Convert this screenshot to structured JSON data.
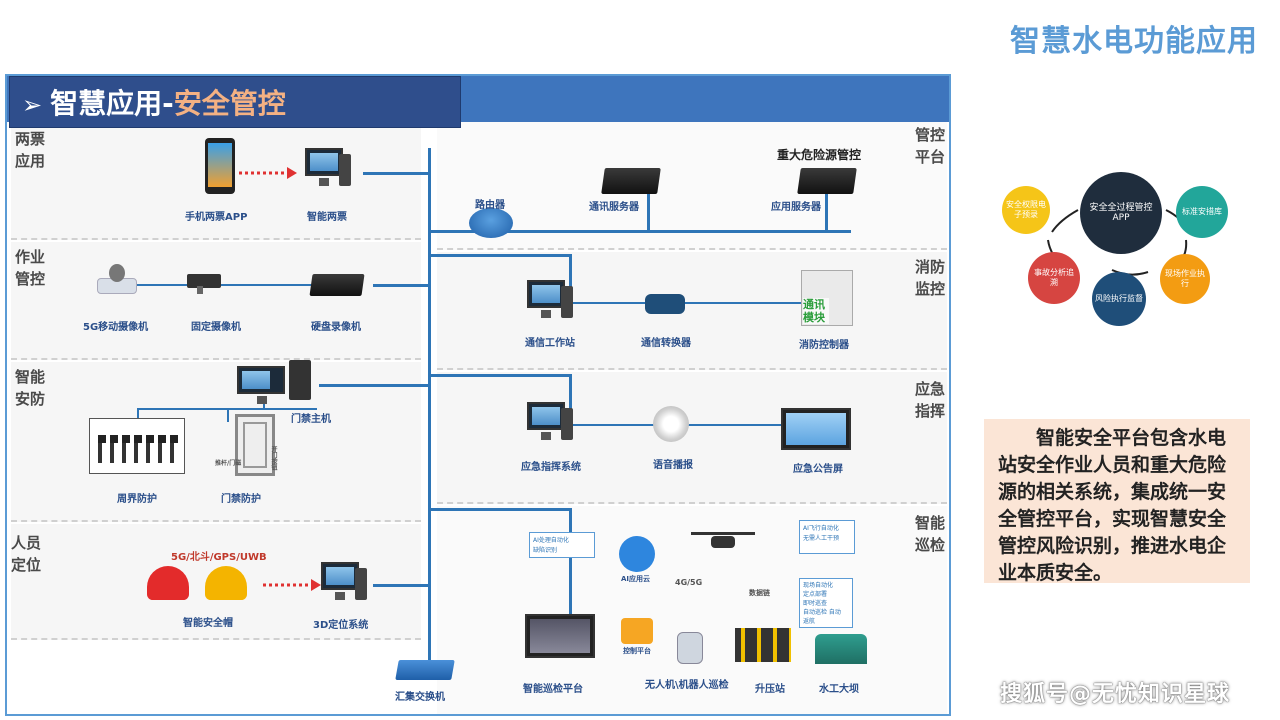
{
  "slide_title": "智慧水电功能应用",
  "header": {
    "arrow": "➢",
    "prefix": "智慧应用-",
    "accent": "安全管控"
  },
  "sections_left": [
    "两票应用",
    "作业管控",
    "智能安防",
    "人员定位"
  ],
  "sections_right": [
    "管控平台",
    "消防监控",
    "应急指挥",
    "智能巡检"
  ],
  "labels": {
    "mobile_app": "手机两票APP",
    "smart_ticket": "智能两票",
    "cam_5g": "5G移动摄像机",
    "fixed_cam": "固定摄像机",
    "dvr": "硬盘录像机",
    "access_host": "门禁主机",
    "perimeter": "周界防护",
    "access_guard": "门禁防护",
    "positioning": "5G/北斗/GPS/UWB",
    "helmet": "智能安全帽",
    "pos_system": "3D定位系统",
    "switch": "汇集交换机",
    "router": "路由器",
    "comm_server": "通讯服务器",
    "hazard_title": "重大危险源管控",
    "app_server": "应用服务器",
    "comm_station": "通信工作站",
    "comm_converter": "通信转换器",
    "fire_ctrl": "消防控制器",
    "comm_module": "通讯模块",
    "emergency_sys": "应急指挥系统",
    "voice": "语音播报",
    "board": "应急公告屏",
    "inspect_platform": "智能巡检平台",
    "robot": "无人机\\机器人巡检",
    "substation": "升压站",
    "dam": "水工大坝",
    "ai_cloud": "AI应用云",
    "net_4g5g": "4G/5G",
    "data_link": "数据链",
    "ctrl_platform": "控制平台",
    "ai_box1_line1": "AI处理自动化",
    "ai_box1_line2": "缺陷识别",
    "ai_box2_line1": "AI飞行自动化",
    "ai_box2_line2": "无需人工干预",
    "ai_box3_line1": "现场自动化",
    "ai_box3_line2": "定点部署",
    "ai_box3_line3": "即时巡查",
    "ai_box3_line4": "自动巡检 自动",
    "ai_box3_line5": "返航",
    "door_left": "推杆/门磁",
    "door_right": "开门按钮"
  },
  "cycle": {
    "center": "安全全过程管控APP",
    "nodes": [
      "标准安措库",
      "现场作业执行",
      "风险执行监督",
      "事故分析追溯",
      "安全权限电子预录"
    ]
  },
  "info_text": "智能安全平台包含水电站安全作业人员和重大危险源的相关系统，集成统一安全管控平台，实现智慧安全管控风险识别，推进水电企业本质安全。",
  "watermark": "搜狐号@无忧知识星球",
  "colors": {
    "bus": "#2e75b6",
    "title": "#5b9bd5",
    "header_bg": "#2f4e8c",
    "accent": "#f4b183",
    "card_bg": "#fbe5d6",
    "cycle_center": "#1f2d3d",
    "cycle_teal": "#22a69a",
    "cycle_orange": "#f39c12",
    "cycle_navy": "#1f4e79",
    "cycle_red": "#d64541",
    "cycle_yellow": "#f5c518"
  }
}
